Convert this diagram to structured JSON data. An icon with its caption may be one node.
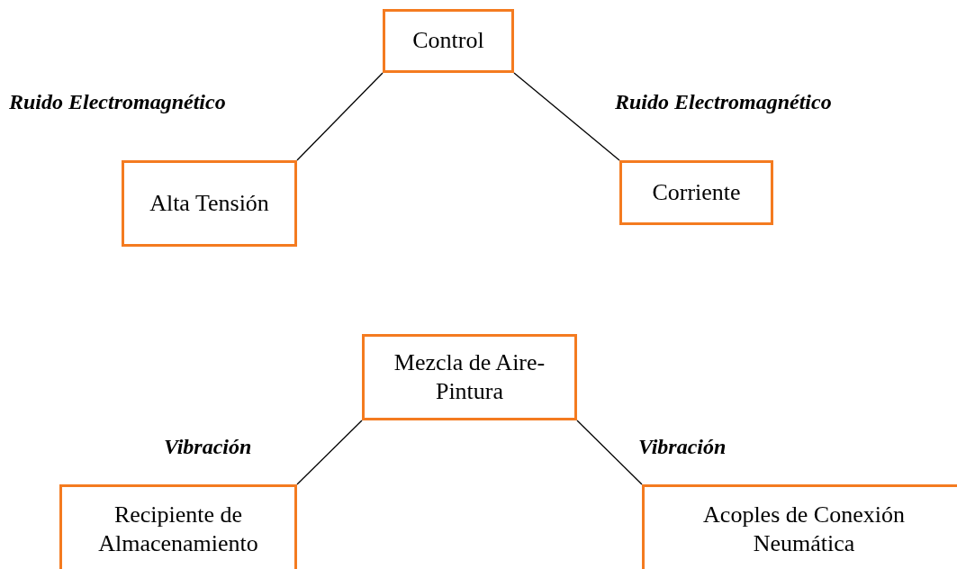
{
  "diagram": {
    "nodes": [
      {
        "text": [
          "Control"
        ]
      },
      {
        "text": [
          "Alta Tensión"
        ]
      },
      {
        "text": [
          "Corriente"
        ]
      },
      {
        "text": [
          "Mezcla de Aire-Pintura"
        ]
      },
      {
        "text": [
          "Recipiente de Almacenamiento"
        ]
      },
      {
        "text": [
          "Acoples de Conexión Neumática"
        ]
      }
    ],
    "edges": [
      {
        "from": 0,
        "to": 1,
        "arrow": "none",
        "label": "Ruido Electromagnético"
      },
      {
        "from": 0,
        "to": 2,
        "arrow": "none",
        "label": "Ruido Electromagnético"
      },
      {
        "from": 3,
        "to": 4,
        "arrow": "none",
        "label": "Vibración"
      },
      {
        "from": 3,
        "to": 5,
        "arrow": "none",
        "label": "Vibración"
      }
    ]
  }
}
